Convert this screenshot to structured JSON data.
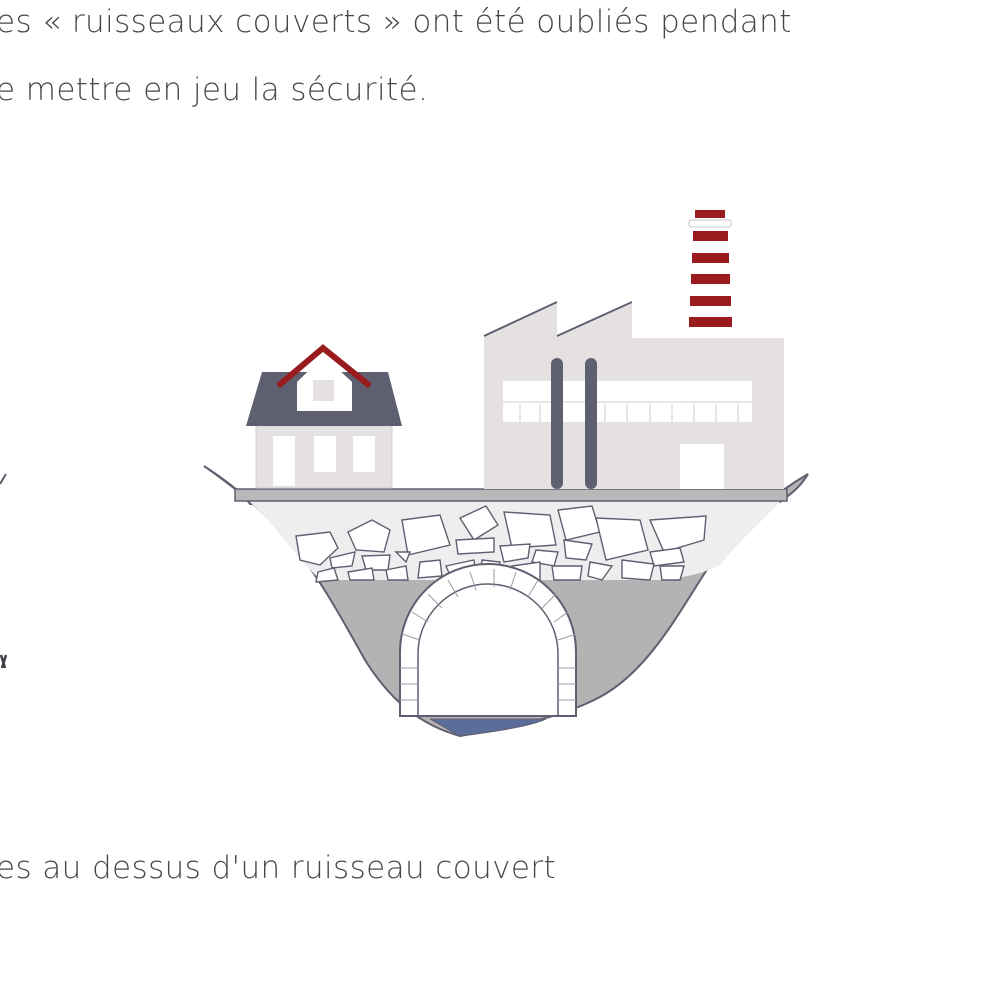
{
  "article": {
    "intro_line_1": "es « ruisseaux couverts » ont été oubliés pendant",
    "intro_line_2": "e mettre en jeu la sécurité.",
    "caption": "es au dessus d'un ruisseau couvert"
  },
  "illustration": {
    "subjects": [
      "house-icon",
      "factory-icon",
      "chimney-icon",
      "covered-stream-arch-icon"
    ],
    "colors": {
      "accent_red": "#9a1b1e",
      "roof_slate": "#5e5f70",
      "wall_light": "#e6e1e1",
      "ground_grey": "#b4b2b2",
      "water_blue": "#5b6e99"
    }
  }
}
